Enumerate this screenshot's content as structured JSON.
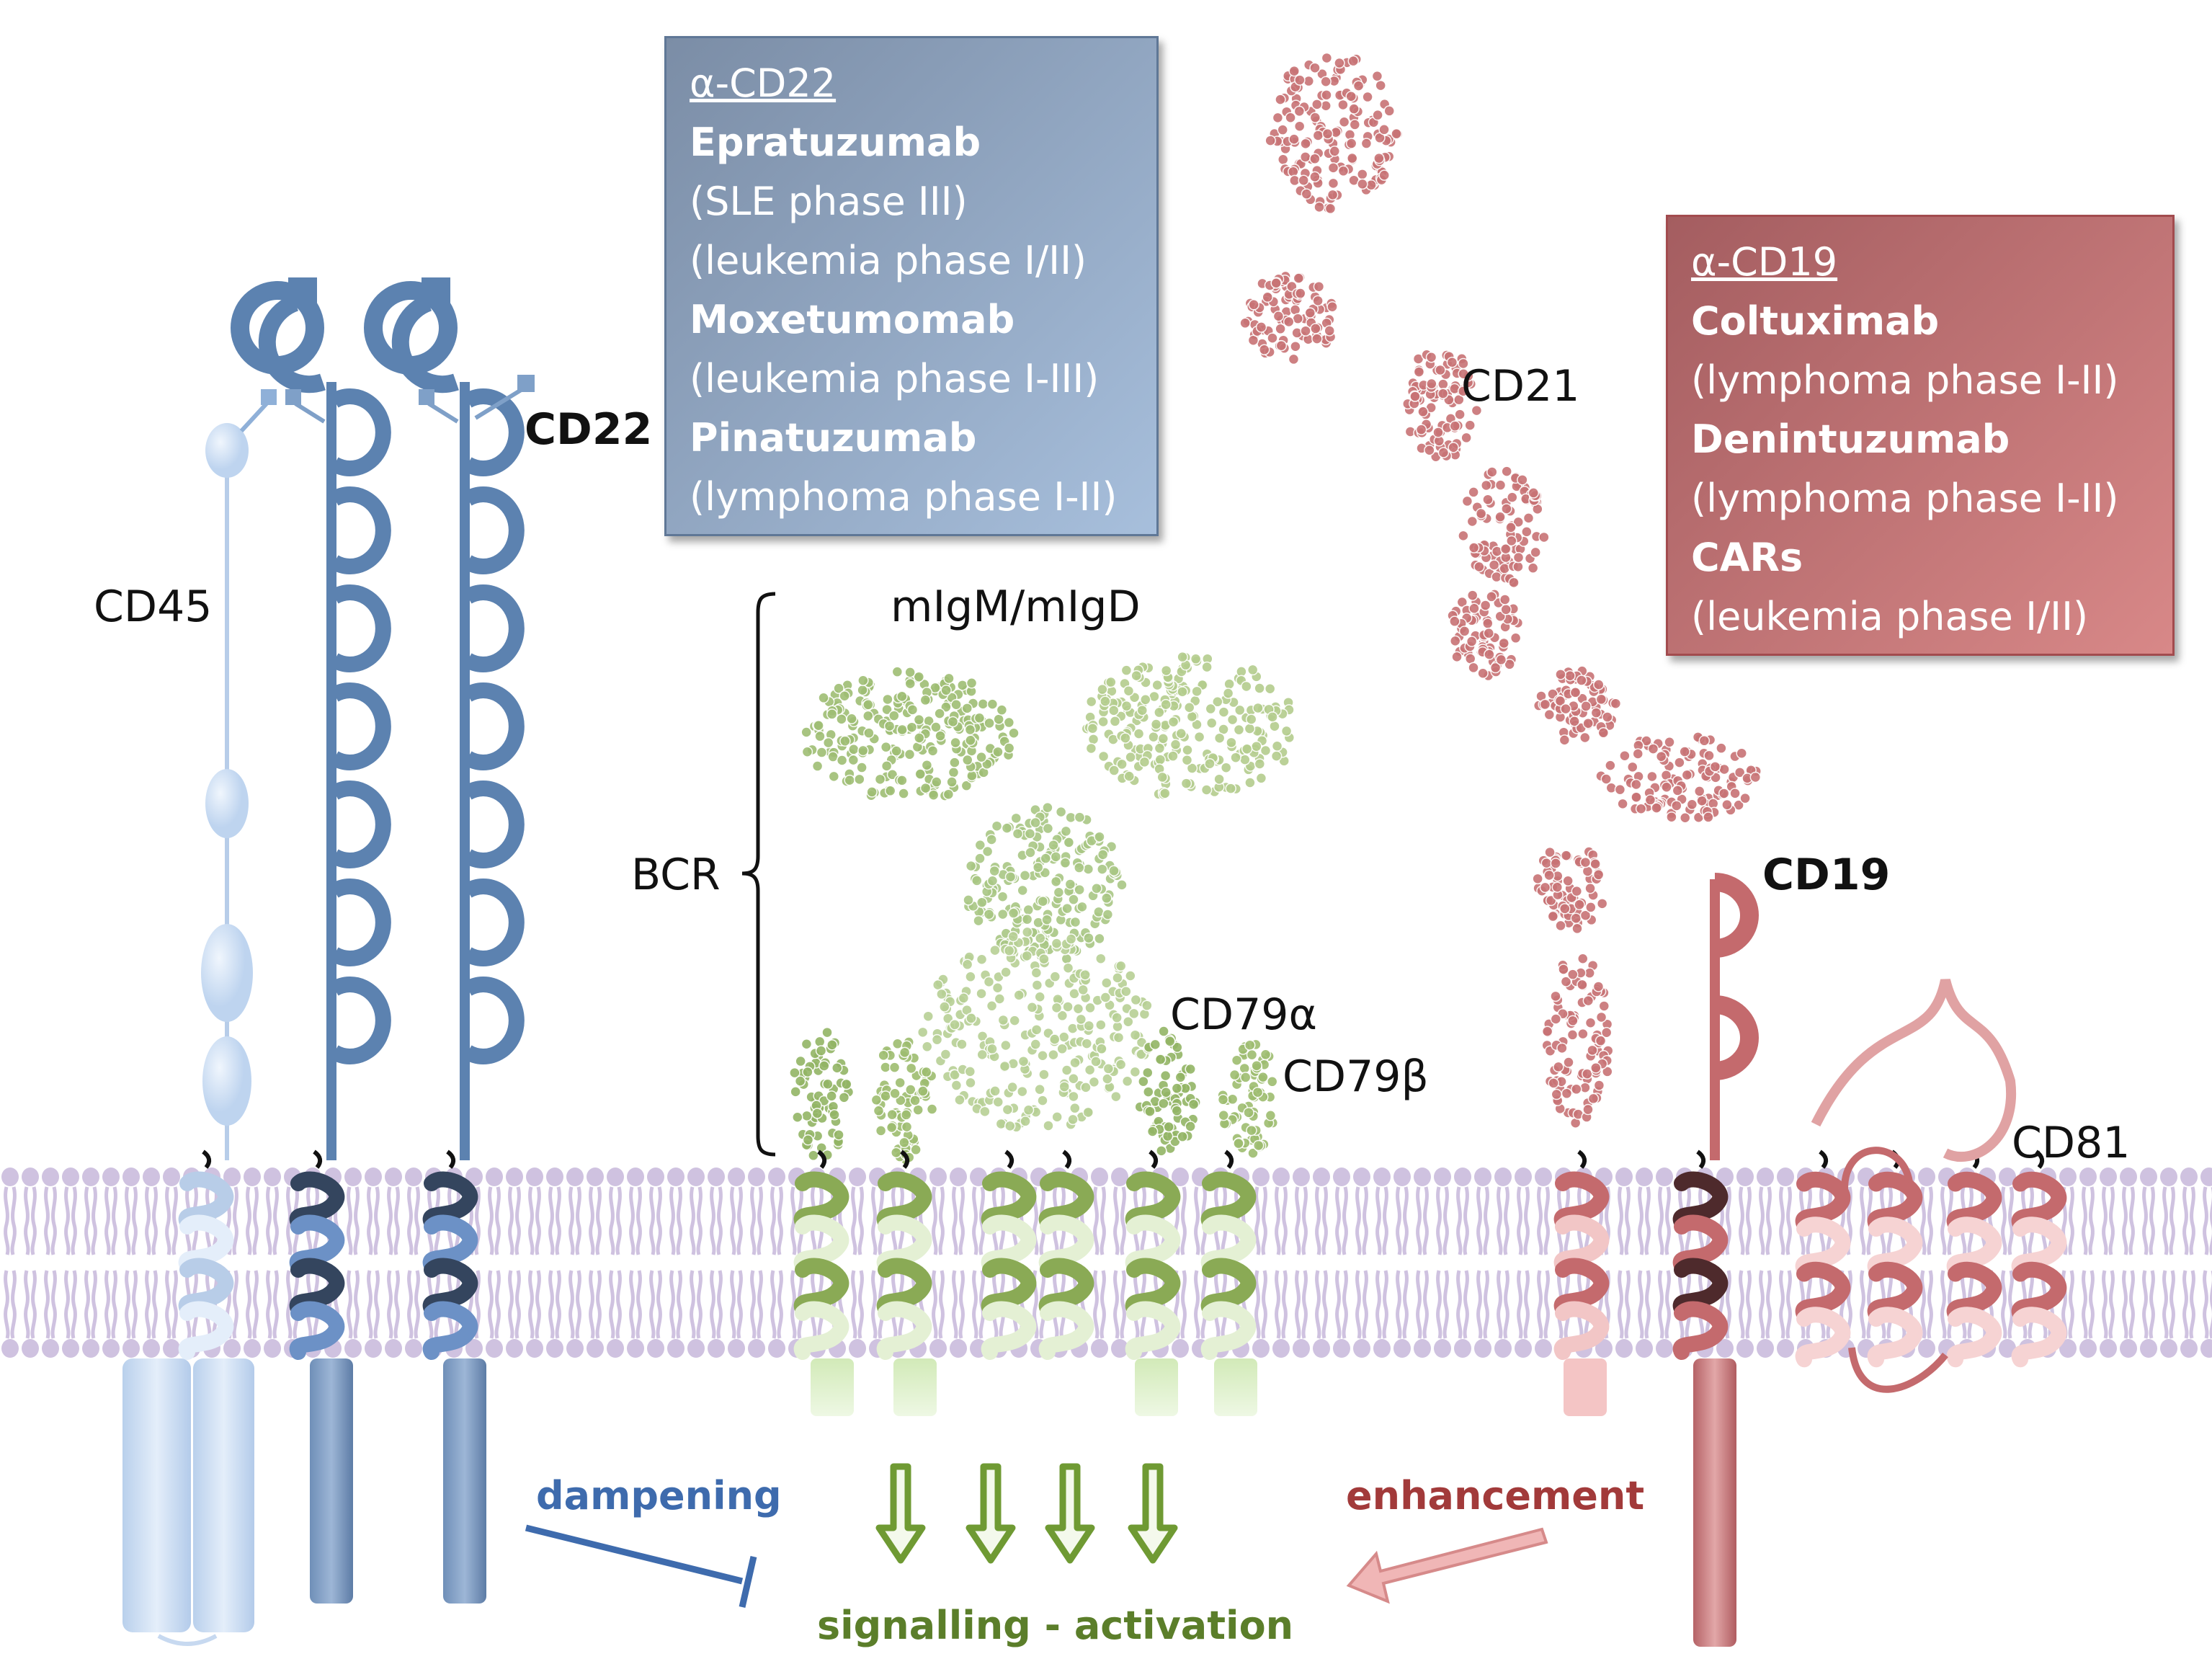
{
  "colors": {
    "cd22_blue": "#5c82b0",
    "cd45_light_blue": "#c9dcf2",
    "bcr_green": "#8fae5f",
    "cd19_red": "#c46a6d",
    "membrane_purple": "#cbbfdc",
    "dampening_blue": "#3e6bad",
    "enhancement_red": "#a23a3a",
    "signalling_green": "#5b7e2a"
  },
  "labels": {
    "cd45": "CD45",
    "cd22": "CD22",
    "migm": "mIgM/mIgD",
    "bcr": "BCR",
    "cd79a": "CD79α",
    "cd79b": "CD79β",
    "cd21": "CD21",
    "cd19": "CD19",
    "cd81": "CD81"
  },
  "anti_cd22_box": {
    "heading": "α-CD22",
    "lines": [
      {
        "text": "Epratuzumab",
        "style": "drug"
      },
      {
        "text": "(SLE phase III)",
        "style": "note"
      },
      {
        "text": "(leukemia phase I/II)",
        "style": "note"
      },
      {
        "text": "Moxetumomab",
        "style": "drug"
      },
      {
        "text": "(leukemia phase I-III)",
        "style": "note"
      },
      {
        "text": "Pinatuzumab",
        "style": "drug"
      },
      {
        "text": "(lymphoma phase I-II)",
        "style": "note"
      }
    ]
  },
  "anti_cd19_box": {
    "heading": "α-CD19",
    "lines": [
      {
        "text": "Coltuximab",
        "style": "drug"
      },
      {
        "text": "(lymphoma phase I-II)",
        "style": "note"
      },
      {
        "text": "Denintuzumab",
        "style": "drug"
      },
      {
        "text": "(lymphoma phase I-II)",
        "style": "note"
      },
      {
        "text": "CARs",
        "style": "drug"
      },
      {
        "text": "(leukemia phase I/II)",
        "style": "note"
      }
    ]
  },
  "effects": {
    "dampening": "dampening",
    "enhancement": "enhancement",
    "signalling": "signalling - activation"
  },
  "icons": [
    "membrane-bilayer",
    "helix-icon",
    "ig-domain-icon",
    "inhibition-arrow",
    "activation-arrow"
  ]
}
